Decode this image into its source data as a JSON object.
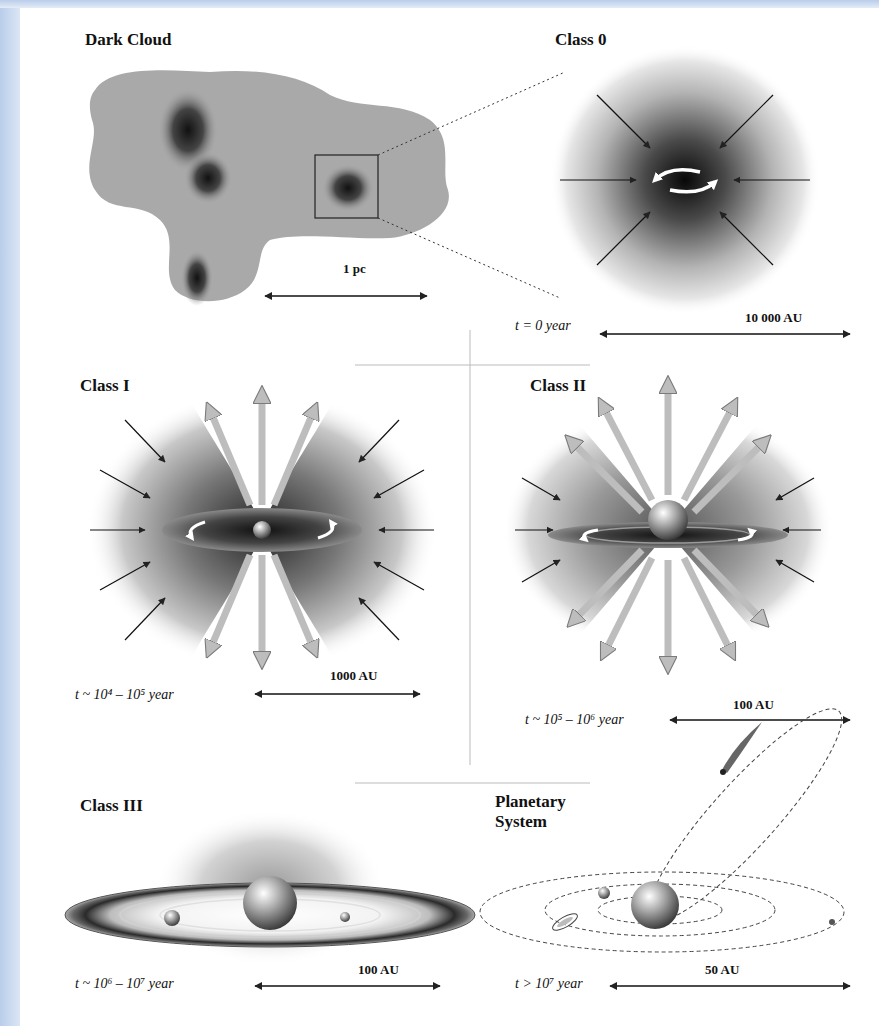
{
  "diagram": {
    "labels": [
      "Dark Cloud",
      "Class 0",
      "1 pc",
      "t = 0 year",
      "10 000 AU",
      "Class I",
      "Class II",
      "t ~ 10⁴ – 10⁵ year",
      "1000 AU",
      "t ~ 10⁵ – 10⁶ year",
      "100 AU",
      "Class III",
      "Planetary System",
      "t ~ 10⁶ – 10⁷ year",
      "100 AU",
      "t > 10⁷ year",
      "50 AU"
    ]
  }
}
